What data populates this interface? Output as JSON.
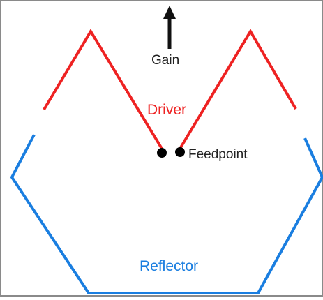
{
  "diagram": {
    "labels": {
      "gain": "Gain",
      "driver": "Driver",
      "feedpoint": "Feedpoint",
      "reflector": "Reflector"
    },
    "colors": {
      "frame": "#8a8a8a",
      "driver": "#ee2222",
      "reflector": "#1a7ee0",
      "arrow": "#111111",
      "text": "#222222",
      "feedpoint": "#000000"
    },
    "icons": {
      "gain_arrow": "up-arrow-icon"
    }
  }
}
